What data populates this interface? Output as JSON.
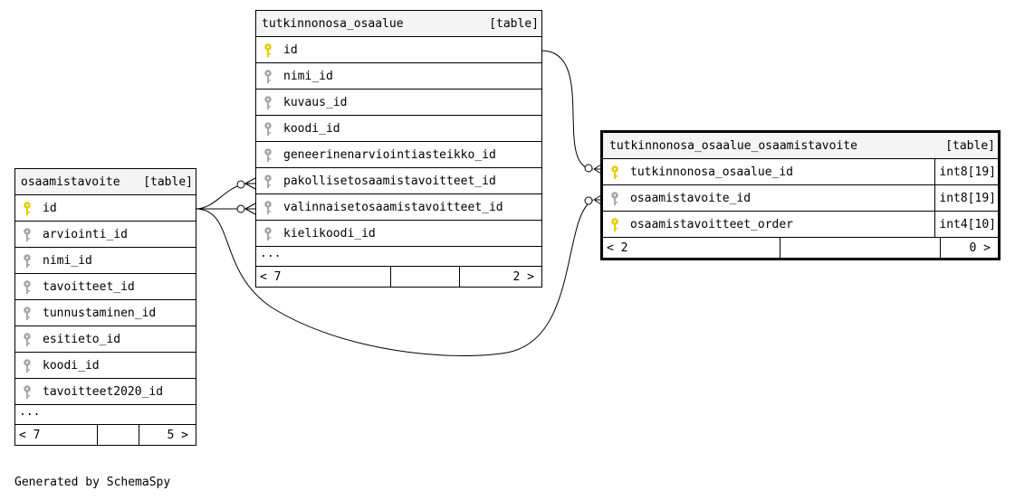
{
  "tables": {
    "tutkinnonosa_osaalue": {
      "name": "tutkinnonosa_osaalue",
      "tag": "[table]",
      "columns": [
        {
          "name": "id",
          "key": "primary"
        },
        {
          "name": "nimi_id",
          "key": "foreign"
        },
        {
          "name": "kuvaus_id",
          "key": "foreign"
        },
        {
          "name": "koodi_id",
          "key": "foreign"
        },
        {
          "name": "geneerinenarviointiasteikko_id",
          "key": "foreign"
        },
        {
          "name": "pakollisetosaamistavoitteet_id",
          "key": "foreign"
        },
        {
          "name": "valinnaisetosaamistavoitteet_id",
          "key": "foreign"
        },
        {
          "name": "kielikoodi_id",
          "key": "foreign"
        }
      ],
      "ellipsis": "...",
      "footer_left": "< 7",
      "footer_right": "2 >"
    },
    "osaamistavoite": {
      "name": "osaamistavoite",
      "tag": "[table]",
      "columns": [
        {
          "name": "id",
          "key": "primary"
        },
        {
          "name": "arviointi_id",
          "key": "foreign"
        },
        {
          "name": "nimi_id",
          "key": "foreign"
        },
        {
          "name": "tavoitteet_id",
          "key": "foreign"
        },
        {
          "name": "tunnustaminen_id",
          "key": "foreign"
        },
        {
          "name": "esitieto_id",
          "key": "foreign"
        },
        {
          "name": "koodi_id",
          "key": "foreign"
        },
        {
          "name": "tavoitteet2020_id",
          "key": "foreign"
        }
      ],
      "ellipsis": "...",
      "footer_left": "< 7",
      "footer_right": "5 >"
    },
    "tutkinnonosa_osaalue_osaamistavoite": {
      "name": "tutkinnonosa_osaalue_osaamistavoite",
      "tag": "[table]",
      "columns": [
        {
          "name": "tutkinnonosa_osaalue_id",
          "key": "primary",
          "type": "int8[19]"
        },
        {
          "name": "osaamistavoite_id",
          "key": "foreign",
          "type": "int8[19]"
        },
        {
          "name": "osaamistavoitteet_order",
          "key": "primary",
          "type": "int4[10]"
        }
      ],
      "footer_left": "< 2",
      "footer_right": "0 >"
    }
  },
  "credit": "Generated by SchemaSpy",
  "colors": {
    "primary_key": "#e6cc00",
    "foreign_key": "#a8a8a8",
    "header_bg": "#f4f4f4",
    "border": "#000000"
  }
}
